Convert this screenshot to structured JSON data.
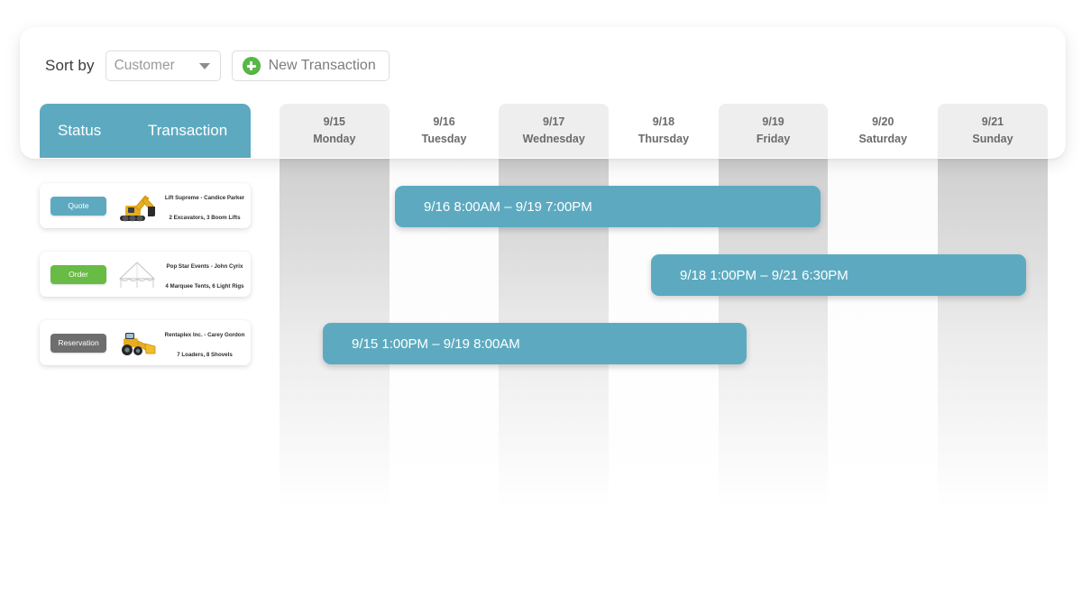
{
  "toolbar": {
    "sort_label": "Sort by",
    "sort_value": "Customer",
    "new_transaction_label": "New Transaction",
    "plus_icon": "plus-circle-icon",
    "caret_icon": "chevron-down-icon"
  },
  "header": {
    "tab_status": "Status",
    "tab_transaction": "Transaction"
  },
  "days": [
    {
      "date": "9/15",
      "name": "Monday",
      "shaded": true
    },
    {
      "date": "9/16",
      "name": "Tuesday",
      "shaded": false
    },
    {
      "date": "9/17",
      "name": "Wednesday",
      "shaded": true
    },
    {
      "date": "9/18",
      "name": "Thursday",
      "shaded": false
    },
    {
      "date": "9/19",
      "name": "Friday",
      "shaded": true
    },
    {
      "date": "9/20",
      "name": "Saturday",
      "shaded": false
    },
    {
      "date": "9/21",
      "name": "Sunday",
      "shaded": true
    }
  ],
  "transactions": [
    {
      "status": "Quote",
      "status_color": "#5daac0",
      "icon": "excavator-icon",
      "title": "Lift Supreme - Candice Parker",
      "items": "2 Excavators, 3 Boom Lifts",
      "bar_label": "9/16 8:00AM – 9/19 7:00PM"
    },
    {
      "status": "Order",
      "status_color": "#68bb45",
      "icon": "marquee-tent-icon",
      "title": "Pop Star Events - John Cyrix",
      "items": "4 Marquee Tents, 6 Light Rigs",
      "bar_label": "9/18 1:00PM – 9/21 6:30PM"
    },
    {
      "status": "Reservation",
      "status_color": "#6e6e6e",
      "icon": "wheel-loader-icon",
      "title": "Rentaplex Inc. - Carey Gordon",
      "items": "7 Loaders, 8 Shovels",
      "bar_label": "9/15 1:00PM – 9/19 8:00AM"
    }
  ],
  "theme": {
    "accent": "#5daac0",
    "green": "#68bb45",
    "gray": "#6e6e6e"
  }
}
